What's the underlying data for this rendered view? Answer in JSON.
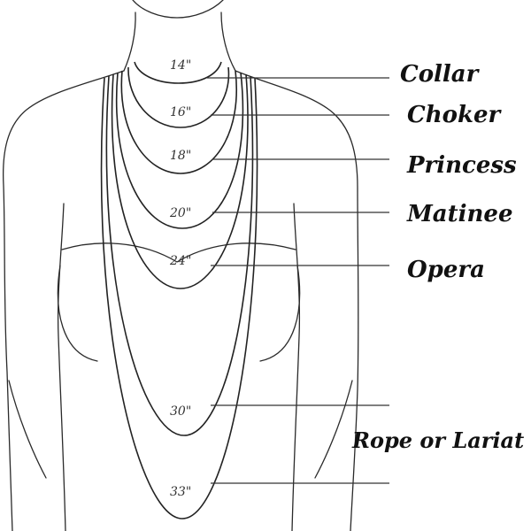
{
  "lengths": [
    {
      "id": "collar",
      "length_label": "14\"",
      "style_name": "Collar"
    },
    {
      "id": "choker",
      "length_label": "16\"",
      "style_name": "Choker"
    },
    {
      "id": "princess",
      "length_label": "18\"",
      "style_name": "Princess"
    },
    {
      "id": "matinee",
      "length_label": "20\"",
      "style_name": "Matinee"
    },
    {
      "id": "opera",
      "length_label": "24\"",
      "style_name": "Opera"
    },
    {
      "id": "rope-30",
      "length_label": "30\"",
      "style_name": ""
    },
    {
      "id": "rope-33",
      "length_label": "33\"",
      "style_name": "Rope or Lariat"
    }
  ]
}
